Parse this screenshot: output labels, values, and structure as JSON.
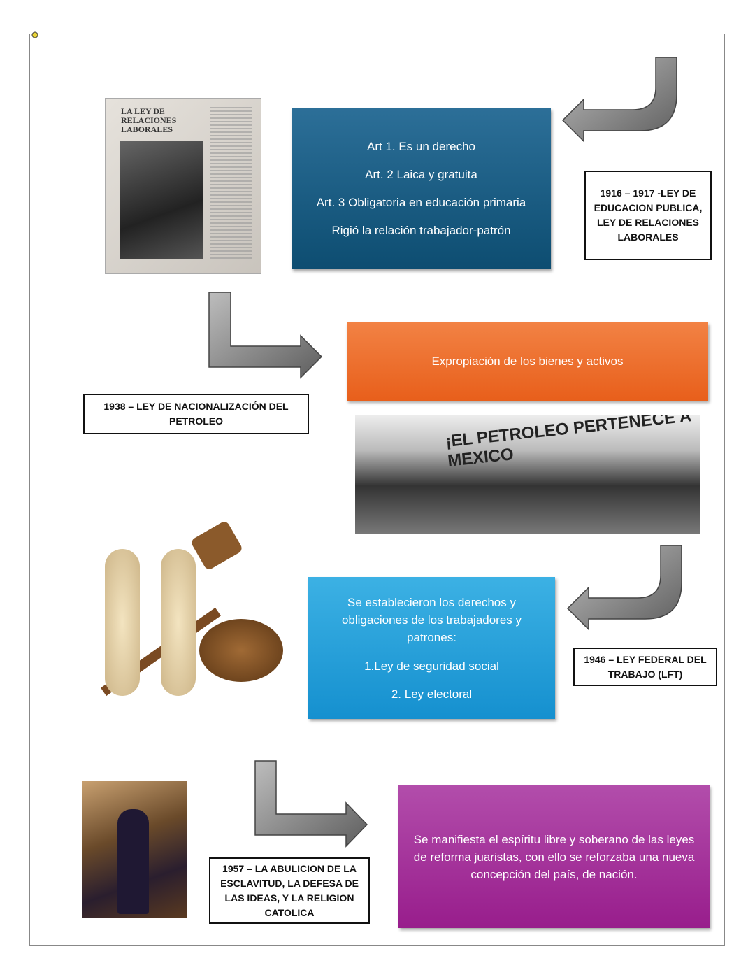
{
  "sections": [
    {
      "label": "1916 – 1917 -LEY DE EDUCACION PUBLICA, LEY DE RELACIONES LABORALES",
      "lines": [
        "Art 1. Es un derecho",
        "Art. 2 Laica y gratuita",
        "Art. 3 Obligatoria en educación primaria",
        "Rigió la relación trabajador-patrón"
      ],
      "color": "#1a5e86",
      "image_text": "LA LEY DE RELACIONES LABORALES"
    },
    {
      "label": "1938 – LEY DE NACIONALIZACIÓN DEL PETROLEO",
      "lines": [
        "Expropiación de los bienes y activos"
      ],
      "color": "#ee6d2c",
      "image_text": "¡EL PETROLEO PERTENECE A MEXICO"
    },
    {
      "label": "1946 – LEY FEDERAL DEL TRABAJO (LFT)",
      "lines": [
        "Se establecieron los derechos y obligaciones de los trabajadores y patrones:",
        "1.Ley de seguridad social",
        "2.  Ley electoral"
      ],
      "color": "#27a3dc"
    },
    {
      "label": "1957 – LA ABULICION DE LA ESCLAVITUD, LA DEFESA DE LAS IDEAS, Y LA RELIGION CATOLICA",
      "lines": [
        "Se manifiesta el espíritu libre y soberano de las leyes de reforma juaristas, con ello se reforzaba una nueva concepción del país, de nación."
      ],
      "color": "#a2309a"
    }
  ]
}
